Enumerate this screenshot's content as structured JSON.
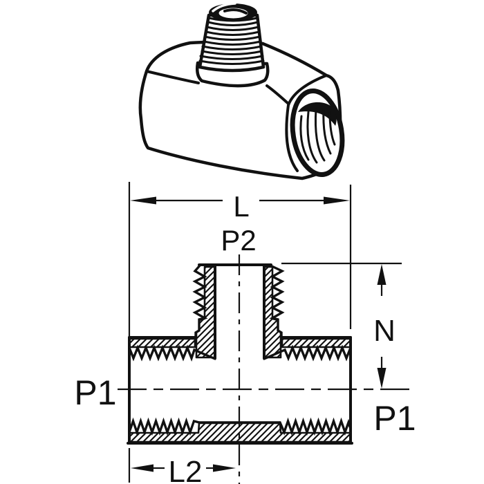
{
  "figure": {
    "title": "Tee fitting technical drawing",
    "colors": {
      "ink": "#111111",
      "background": "#ffffff"
    },
    "labels": {
      "overall_length": "L",
      "branch_port": "P2",
      "branch_height": "N",
      "run_port_left": "P1",
      "run_port_right": "P1",
      "center_length": "L2"
    }
  }
}
